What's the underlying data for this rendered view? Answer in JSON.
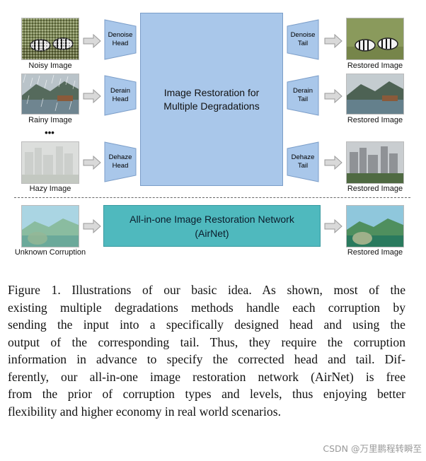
{
  "figure": {
    "inputs": [
      {
        "label": "Noisy Image"
      },
      {
        "label": "Rainy Image"
      },
      {
        "label": "Hazy Image"
      }
    ],
    "outputs": [
      {
        "label": "Restored Image"
      },
      {
        "label": "Restored Image"
      },
      {
        "label": "Restored Image"
      }
    ],
    "heads": [
      {
        "line1": "Denoise",
        "line2": "Head"
      },
      {
        "line1": "Derain",
        "line2": "Head"
      },
      {
        "line1": "Dehaze",
        "line2": "Head"
      }
    ],
    "tails": [
      {
        "line1": "Denoise",
        "line2": "Tail"
      },
      {
        "line1": "Derain",
        "line2": "Tail"
      },
      {
        "line1": "Dehaze",
        "line2": "Tail"
      }
    ],
    "ellipsis": "•••",
    "center_box": {
      "line1": "Image Restoration for",
      "line2": "Multiple Degradations"
    },
    "airnet": {
      "input_label": "Unknown Corruption",
      "output_label": "Restored Image",
      "line1": "All-in-one Image Restoration Network",
      "line2": "(AirNet)"
    },
    "colors": {
      "center_box": "#a9c7ea",
      "airnet_box": "#4fb9be",
      "head_tail": "#a9c7ea",
      "arrow": "#d9d9d9"
    }
  },
  "caption": {
    "lines": [
      "Figure 1. Illustrations of our basic idea.  As shown, most of the",
      "existing multiple degradations methods handle each corruption by",
      "sending the input into a specifically designed head and using the",
      "output of the corresponding tail. Thus, they require the corruption",
      "information in advance to specify the corrected head and tail. Dif-",
      "ferently, our all-in-one image restoration network (AirNet) is free",
      "from the prior of corruption types and levels, thus enjoying better",
      "flexibility and higher economy in real world scenarios."
    ]
  },
  "watermark": "CSDN @万里鹏程转瞬至"
}
